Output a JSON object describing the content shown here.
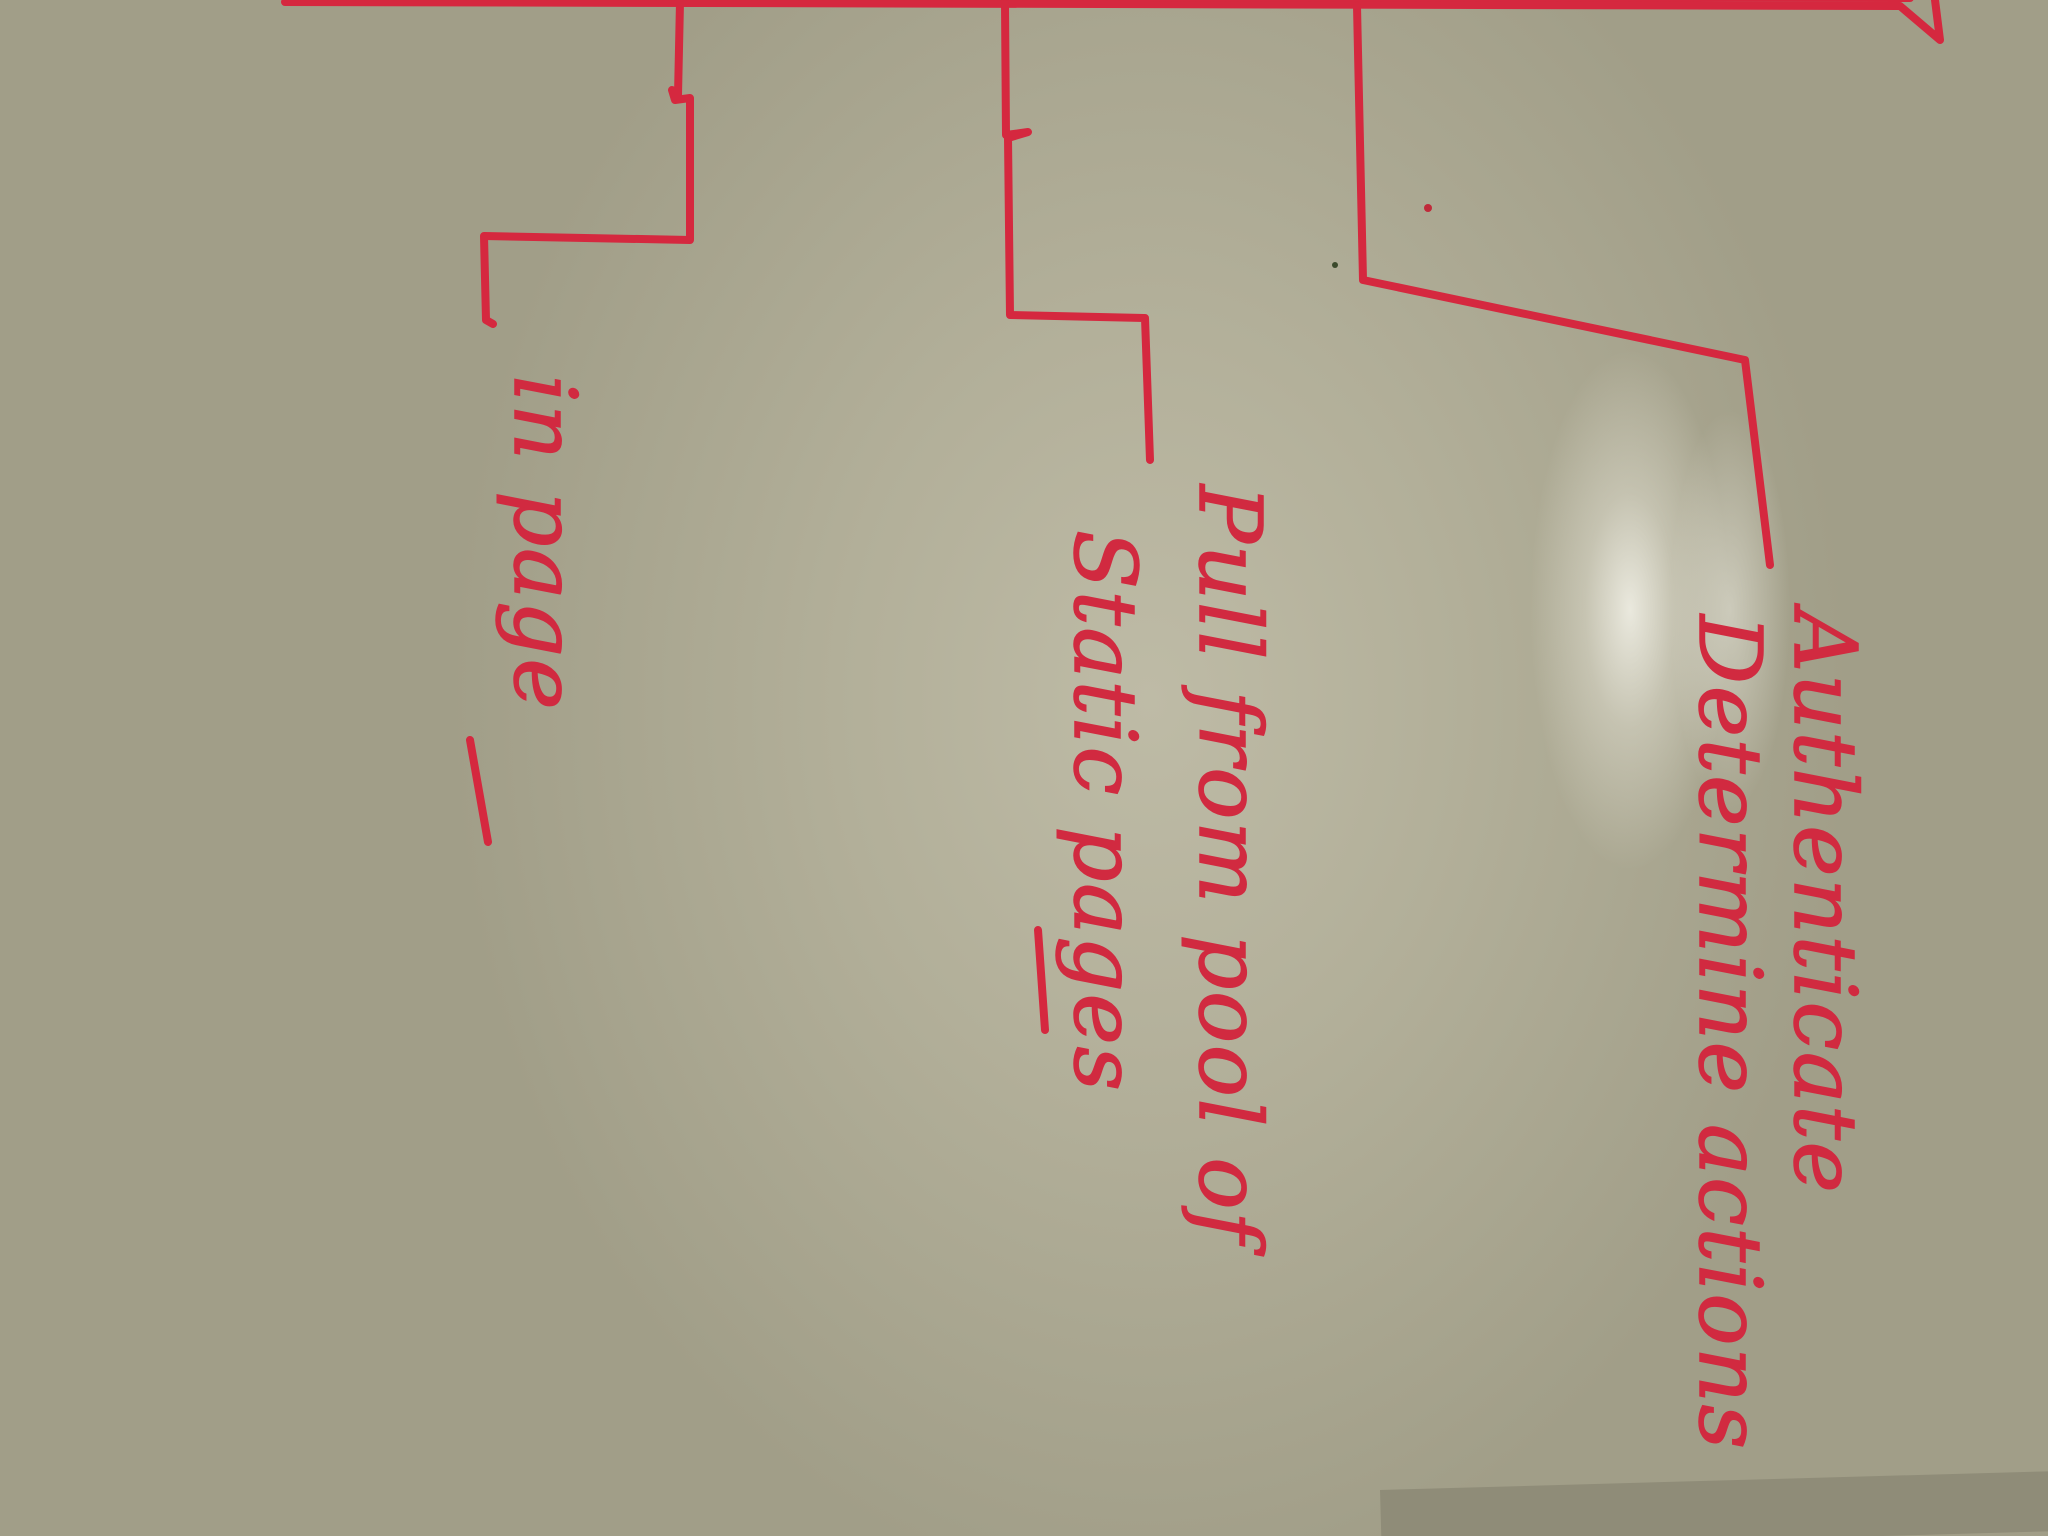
{
  "photo": {
    "subject": "whiteboard",
    "ink_color": "#d12a40",
    "board_color": "#bebba6"
  },
  "annotations": {
    "branch_left": {
      "line_1": "in page"
    },
    "branch_middle": {
      "line_1": "Pull from pool of",
      "line_2": "Static pages"
    },
    "branch_right": {
      "line_1": "Authenticate",
      "line_2": "Determine actions"
    }
  }
}
